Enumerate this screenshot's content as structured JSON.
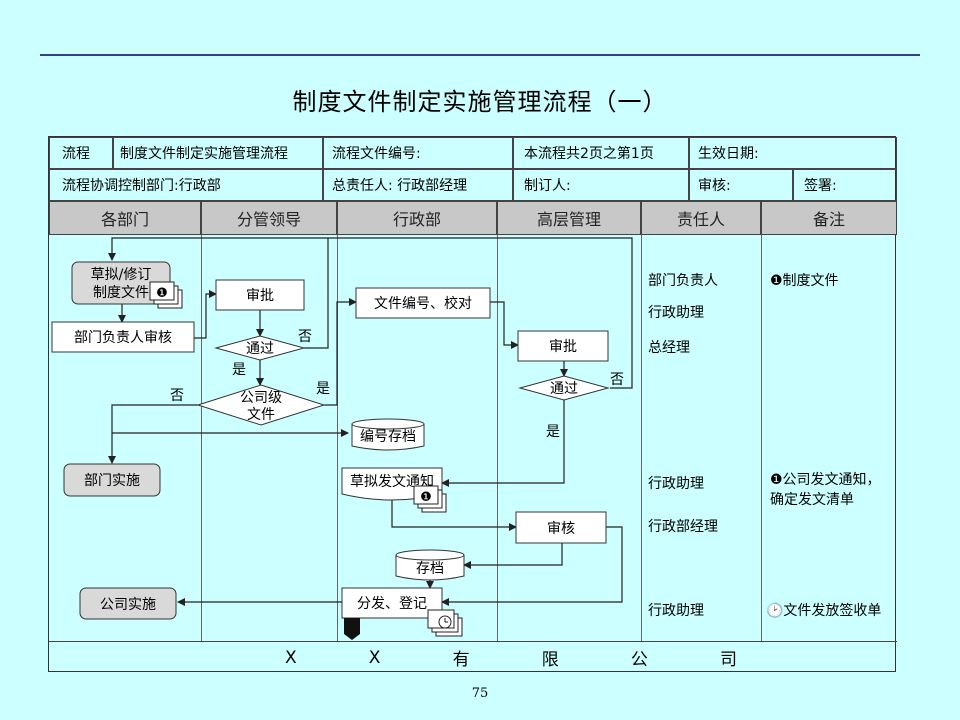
{
  "title": "制度文件制定实施管理流程（一）",
  "page_number": "75",
  "header": {
    "flow_label": "流程",
    "flow_name": "制度文件制定实施管理流程",
    "doc_no_label": "流程文件编号:",
    "page_info": "本流程共2页之第1页",
    "effective_date_label": "生效日期:",
    "coord_dept": "流程协调控制部门:行政部",
    "owner": "总责任人: 行政部经理",
    "maker_label": "制订人:",
    "review_label": "审核:",
    "sign_label": "签署:"
  },
  "lanes": [
    "各部门",
    "分管领导",
    "行政部",
    "高层管理",
    "责任人",
    "备注"
  ],
  "nodes": {
    "draft": "草拟/修订\n制度文件",
    "dept_review": "部门负责人审核",
    "approve1": "审批",
    "pass1": "通过",
    "company_level": "公司级\n文件",
    "numbering": "文件编号、校对",
    "approve2": "审批",
    "pass2": "通过",
    "archive_no": "编号存档",
    "dept_impl": "部门实施",
    "draft_notice": "草拟发文通知",
    "review": "审核",
    "archive": "存档",
    "distribute": "分发、登记",
    "company_impl": "公司实施"
  },
  "edge_labels": {
    "no1": "否",
    "yes1": "是",
    "yes2": "是",
    "no2": "否",
    "no3": "否",
    "yes3": "是"
  },
  "markers": {
    "doc1": "❶",
    "doc2": "❶",
    "clock": "🕑"
  },
  "responsible": [
    "部门负责人",
    "行政助理",
    "总经理",
    "行政助理",
    "行政部经理",
    "行政助理"
  ],
  "remarks": [
    "❶制度文件",
    "❶公司发文通知，",
    "确定发文清单",
    "🕑文件发放签收单"
  ],
  "footer": [
    "X",
    "X",
    "有",
    "限",
    "公",
    "司"
  ],
  "colors": {
    "background": "#ccffff",
    "lane_header": "#c8c8c8",
    "start_node": "#d9d9d9",
    "node_fill": "#ffffff",
    "rule": "#3a3a8c"
  }
}
